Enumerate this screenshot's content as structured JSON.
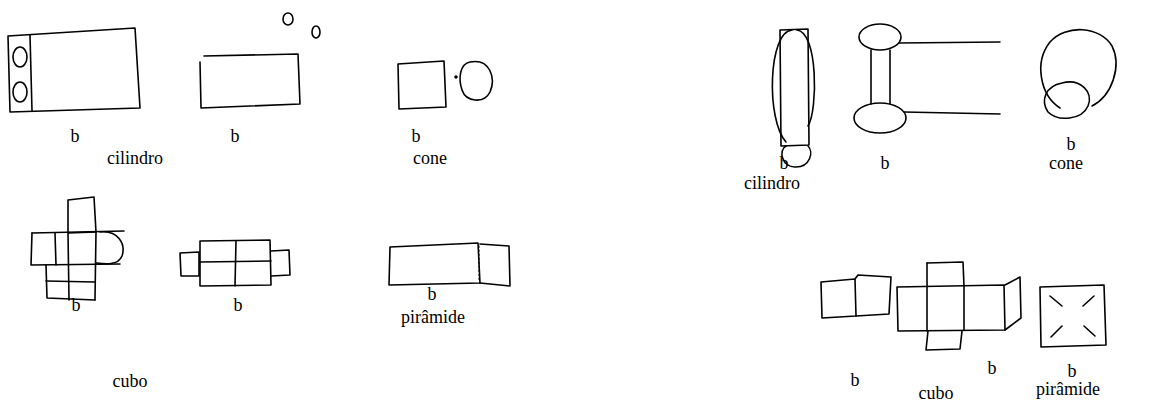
{
  "diagram": {
    "labels": [
      "b",
      "cilindro",
      "b",
      "b",
      "cone",
      "b",
      "b",
      "cubo",
      "b",
      "pirâmide",
      "b",
      "cilindro",
      "b",
      "b",
      "cone",
      "b",
      "cubo",
      "b",
      "b",
      "pirâmide"
    ]
  }
}
